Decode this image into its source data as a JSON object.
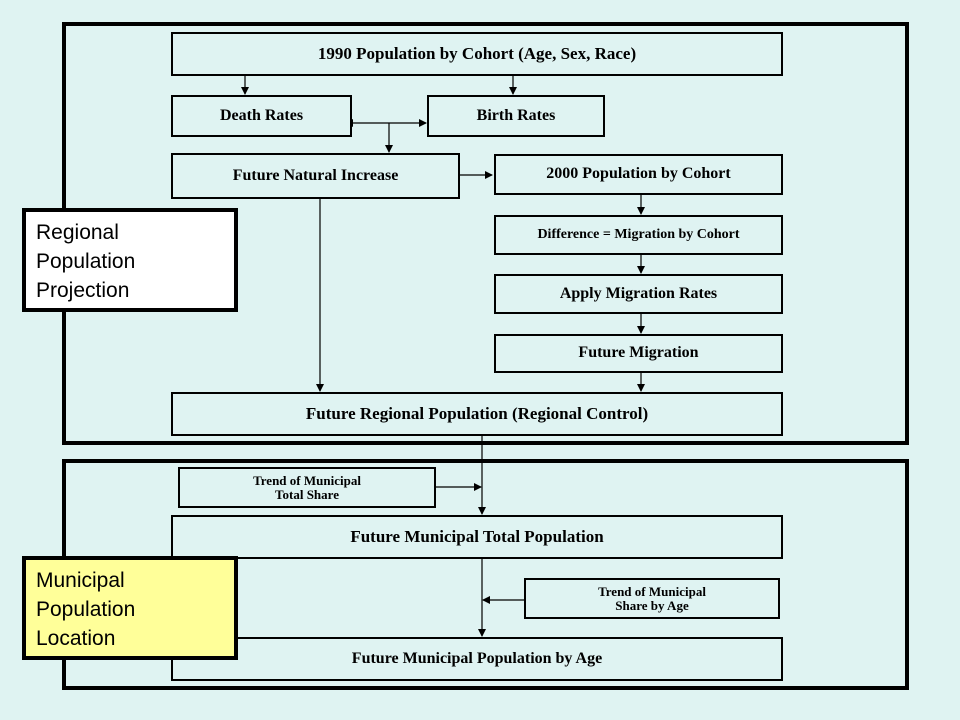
{
  "colors": {
    "background": "#dff3f2",
    "regional_label_bg": "#ffffff",
    "municipal_label_bg": "#ffff99",
    "line": "#000000"
  },
  "regional": {
    "cohort_1990": "1990 Population by Cohort (Age, Sex, Race)",
    "death_rates": "Death Rates",
    "birth_rates": "Birth Rates",
    "natural_increase": "Future Natural Increase",
    "cohort_2000": "2000 Population by Cohort",
    "difference": "Difference = Migration by Cohort",
    "apply_migration": "Apply Migration Rates",
    "future_migration": "Future Migration",
    "regional_control": "Future Regional Population (Regional Control)",
    "label": [
      "Regional",
      "Population",
      "Projection"
    ]
  },
  "municipal": {
    "trend_total": [
      "Trend of Municipal",
      "Total Share"
    ],
    "total_population": "Future Municipal Total Population",
    "trend_age": [
      "Trend of Municipal",
      "Share by Age"
    ],
    "population_by_age": "Future Municipal Population by Age",
    "label": [
      "Municipal",
      "Population",
      "Location"
    ]
  }
}
